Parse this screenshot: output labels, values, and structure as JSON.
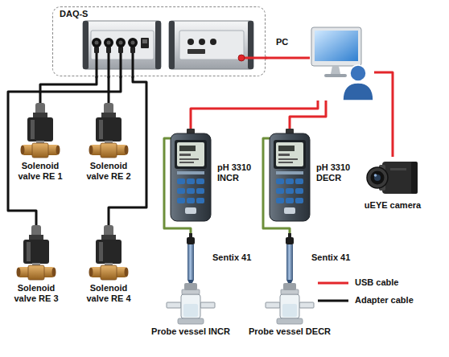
{
  "diagram": {
    "nodes": [
      {
        "text": [
          "DAQ-S"
        ]
      },
      {
        "text": [
          "PC"
        ]
      },
      {
        "text": [
          "Solenoid valve RE 1"
        ]
      },
      {
        "text": [
          "Solenoid valve RE 2"
        ]
      },
      {
        "text": [
          "pH 3310 INCR"
        ]
      },
      {
        "text": [
          "pH 3310 DECR"
        ]
      },
      {
        "text": [
          "uEYE camera"
        ]
      },
      {
        "text": [
          "Solenoid valve RE 3"
        ]
      },
      {
        "text": [
          "Solenoid valve RE 4"
        ]
      },
      {
        "text": [
          "Sentix 41"
        ]
      },
      {
        "text": [
          "Sentix 41"
        ]
      },
      {
        "text": [
          "Probe vessel INCR"
        ]
      },
      {
        "text": [
          "Probe vessel DECR"
        ]
      }
    ],
    "edges": [
      {
        "from": 2,
        "to": 0,
        "arrow": "none"
      },
      {
        "from": 3,
        "to": 0,
        "arrow": "none"
      },
      {
        "from": 7,
        "to": 0,
        "arrow": "none"
      },
      {
        "from": 8,
        "to": 0,
        "arrow": "none"
      },
      {
        "from": 0,
        "to": 1,
        "arrow": "none"
      },
      {
        "from": 4,
        "to": 1,
        "arrow": "none"
      },
      {
        "from": 5,
        "to": 1,
        "arrow": "none"
      },
      {
        "from": 6,
        "to": 1,
        "arrow": "none"
      },
      {
        "from": 9,
        "to": 4,
        "arrow": "none"
      },
      {
        "from": 10,
        "to": 5,
        "arrow": "none"
      }
    ],
    "legend": [
      {
        "text": "USB cable"
      },
      {
        "text": "Adapter cable"
      }
    ]
  }
}
